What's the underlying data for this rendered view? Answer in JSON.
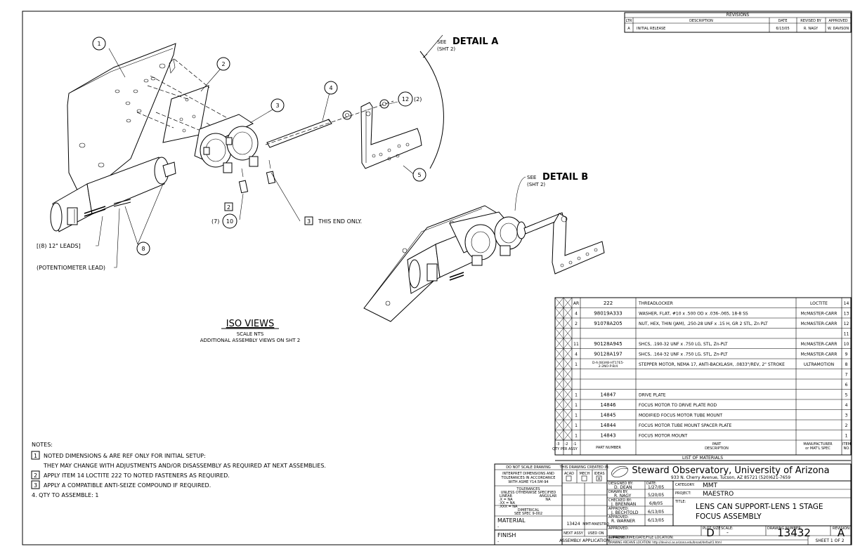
{
  "revisions": {
    "title": "REVISIONS",
    "headers": [
      "LTR",
      "DESCRIPTION",
      "DATE",
      "REVISED BY",
      "APPROVED"
    ],
    "rows": [
      [
        "A",
        "INITIAL RELEASE",
        "6/13/05",
        "R. NAGY",
        "W. DAVISON"
      ]
    ]
  },
  "details": {
    "a_prefix": "SEE",
    "a_name": "DETAIL A",
    "a_sheet": "(SHT 2)",
    "b_prefix": "SEE",
    "b_name": "DETAIL B",
    "b_sheet": "(SHT 2)"
  },
  "balloons": {
    "b1": "1",
    "b2": "2",
    "b3": "3",
    "b4": "4",
    "b5": "5",
    "b8": "8",
    "b10": "10",
    "b10_prefix": "(7)",
    "b12": "12",
    "b12_suffix": "(2)",
    "note2": "2",
    "note3": "3",
    "note3_text": "THIS END ONLY."
  },
  "callouts": {
    "leads": "[(8) 12\" LEADS]",
    "pot_lead": "(POTENTIOMETER LEAD)"
  },
  "iso": {
    "title": "ISO VIEWS",
    "scale": "SCALE NTS",
    "additional": "ADDITIONAL ASSEMBLY VIEWS ON SHT 2"
  },
  "notes": {
    "heading": "NOTES:",
    "n1_num": "1",
    "n1": "NOTED DIMENSIONS & ARE REF ONLY FOR INITIAL SETUP:",
    "n1b": "THEY MAY CHANGE WITH ADJUSTMENTS AND/OR DISASSEMBLY AS REQUIRED AT NEXT ASSEMBLIES.",
    "n2_num": "2",
    "n2": "APPLY ITEM 14 LOCTITE 222 TO NOTED FASTENERS AS REQUIRED.",
    "n3_num": "3",
    "n3": "APPLY A COMPATIBLE ANTI-SEIZE COMPOUND IF REQUIRED.",
    "n4": "4. QTY TO ASSEMBLE: 1"
  },
  "bom": {
    "rows": [
      {
        "qty": "AR",
        "part": "222",
        "desc": "THREADLOCKER",
        "mfr": "LOCTITE",
        "item": "14"
      },
      {
        "qty": "4",
        "part": "98019A333",
        "desc": "WASHER, FLAT, #10 x .500 OD x .036-.065, 18-8 SS",
        "mfr": "McMASTER-CARR",
        "item": "13"
      },
      {
        "qty": "2",
        "part": "91078A205",
        "desc": "NUT, HEX, THIN (JAM), .250-28 UNF x .15 H, GR 2 STL, Zn PLT",
        "mfr": "McMASTER-CARR",
        "item": "12"
      },
      {
        "qty": "",
        "part": "",
        "desc": "",
        "mfr": "",
        "item": "11"
      },
      {
        "qty": "11",
        "part": "90128A945",
        "desc": "SHCS, .190-32 UNF x .750 LG, STL, Zn-PLT",
        "mfr": "McMASTER-CARR",
        "item": "10"
      },
      {
        "qty": "4",
        "part": "90128A197",
        "desc": "SHCS, .164-32 UNF x .750 LG, STL, Zn-PLT",
        "mfr": "McMASTER-CARR",
        "item": "9"
      },
      {
        "qty": "1",
        "part": "D-A.083AB-HT17E5-2-2NO-P-B/4",
        "desc": "STEPPER MOTOR, NEMA 17, ANTI-BACKLASH, .0833\"/REV, 2\" STROKE",
        "mfr": "ULTRAMOTION",
        "item": "8"
      },
      {
        "qty": "",
        "part": "",
        "desc": "",
        "mfr": "",
        "item": "7"
      },
      {
        "qty": "",
        "part": "",
        "desc": "",
        "mfr": "",
        "item": "6"
      },
      {
        "qty": "1",
        "part": "14847",
        "desc": "DRIVE PLATE",
        "mfr": "",
        "item": "5"
      },
      {
        "qty": "1",
        "part": "14846",
        "desc": "FOCUS MOTOR TO DRIVE PLATE ROD",
        "mfr": "",
        "item": "4"
      },
      {
        "qty": "1",
        "part": "14845",
        "desc": "MODIFIED FOCUS MOTOR TUBE MOUNT",
        "mfr": "",
        "item": "3"
      },
      {
        "qty": "1",
        "part": "14844",
        "desc": "FOCUS MOTOR TUBE MOUNT SPACER PLATE",
        "mfr": "",
        "item": "2"
      },
      {
        "qty": "1",
        "part": "14843",
        "desc": "FOCUS MOTOR MOUNT",
        "mfr": "",
        "item": "1"
      }
    ],
    "h_dash": [
      "-3",
      "-2",
      "-1"
    ],
    "h_qty": "QTY PER ASSY",
    "h_part": "PART NUMBER",
    "h_desc1": "PART",
    "h_desc2": "DESCRIPTION",
    "h_mfr1": "MANUFACTURER",
    "h_mfr2": "or MAT'L SPEC",
    "h_item1": "ITEM",
    "h_item2": "NO.",
    "caption": "LIST OF MATERIALS"
  },
  "title_block": {
    "do_not_scale": "DO NOT SCALE DRAWING",
    "interpret": [
      "INTERPRET DIMENSIONS AND",
      "TOLERANCES IN ACCORDANCE",
      "WITH ASME Y14.5M-94"
    ],
    "tolerances": "TOLERANCES",
    "unless": "UNLESS OTHERWISE SPECIFIED",
    "linear": "LINEAR",
    "angular": "ANGULAR",
    "tol_x": ".X   = NA",
    "tol_xx": ".XX  = NA",
    "tol_xxx": ".XXX = NA",
    "tol_ang": "NA",
    "dimetrical": "DIMETRICAL",
    "see_spec": "SEE SPEC 9-002",
    "material": "MATERIAL",
    "material_val": "-",
    "finish": "FINISH",
    "finish_val": "-",
    "created_in": "THIS DRAWING CREATED IN:",
    "sw_acad": "ACAD",
    "sw_mech": "MECH",
    "sw_ideas": "IDEAS",
    "sw_mark": "X",
    "next_assy_val": "13424",
    "used_on_val": "MMT-MAESTRO",
    "next_assy": "NEXT ASSY",
    "used_on": "USED ON",
    "application": "ASSEMBLY APPLICATION",
    "org": "Steward Observatory, University of Arizona",
    "address": "933 N. Cherry Avenue, Tucson, AZ  85721   (520)621-7659",
    "designed_by_label": "DESIGNED BY:",
    "designed_by": "D. DEAN",
    "date_label": "DATE:",
    "designed_date": "1/27/05",
    "drawn_by_label": "DRAWN BY:",
    "drawn_by": "R. NAGY",
    "drawn_date": "5/20/05",
    "checked_by_label": "CHECKED BY:",
    "checked_by": "J. BRENNAN",
    "checked_date": "6/8/05",
    "approved_label": "APPROVED:",
    "approved1": "J. BECHTOLD",
    "approved1_date": "6/13/05",
    "approved2": "R. WARNER",
    "approved2_date": "6/13/05",
    "category_label": "CATEGORY:",
    "category": "MMT",
    "project_label": "PROJECT:",
    "project": "MAESTRO",
    "title_label": "TITLE:",
    "title1": "LENS CAN SUPPORT-LENS 1 STAGE",
    "title2": "FOCUS ASSEMBLY",
    "plot_size_label": "PLOT SIZE",
    "plot_size": "D",
    "scale_label": "SCALE:",
    "scale": "-",
    "dwg_no_label": "DRAWING NUMBER:",
    "dwg_no": "13432",
    "rev_label": "REVISION:",
    "rev": "A",
    "current_time": "CURRENT TIME/DATE/FILE LOCATION:",
    "archive": "DRAWING ARCHIVE LOCATION: http://devinci.as.arizona.edu/broad/default1.html",
    "sheet": "SHEET 1 OF 2"
  }
}
